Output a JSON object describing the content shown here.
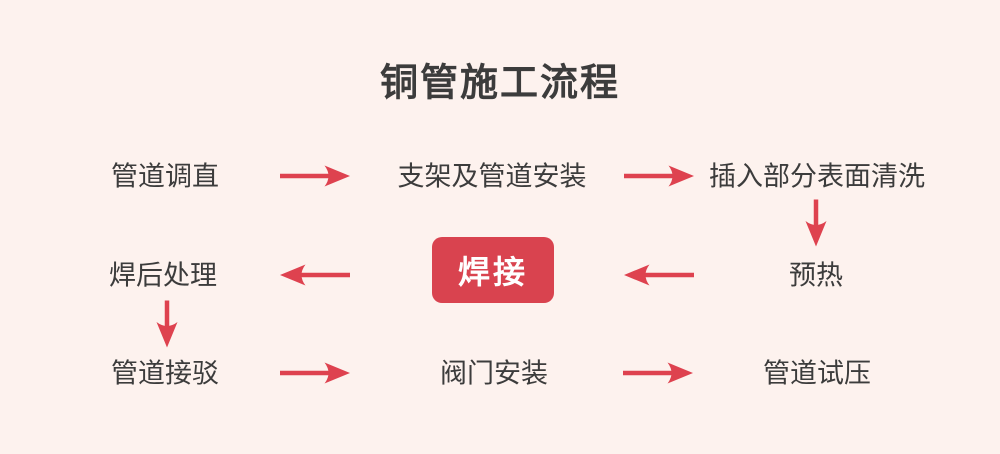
{
  "title": "铜管施工流程",
  "steps": [
    {
      "label": "管道调直"
    },
    {
      "label": "支架及管道安装"
    },
    {
      "label": "插入部分表面清洗"
    },
    {
      "label": "预热"
    },
    {
      "label": "焊接",
      "highlight": true
    },
    {
      "label": "焊后处理"
    },
    {
      "label": "管道接驳"
    },
    {
      "label": "阀门安装"
    },
    {
      "label": "管道试压"
    }
  ],
  "connections": [
    {
      "from": "管道调直",
      "to": "支架及管道安装",
      "direction": "right"
    },
    {
      "from": "支架及管道安装",
      "to": "插入部分表面清洗",
      "direction": "right"
    },
    {
      "from": "插入部分表面清洗",
      "to": "预热",
      "direction": "down"
    },
    {
      "from": "预热",
      "to": "焊接",
      "direction": "left"
    },
    {
      "from": "焊接",
      "to": "焊后处理",
      "direction": "left"
    },
    {
      "from": "焊后处理",
      "to": "管道接驳",
      "direction": "down"
    },
    {
      "from": "管道接驳",
      "to": "阀门安装",
      "direction": "right"
    },
    {
      "from": "阀门安装",
      "to": "管道试压",
      "direction": "right"
    }
  ],
  "colors": {
    "background": "#fdf2ee",
    "arrow": "#de424f",
    "highlight_box": "#d9434f",
    "highlight_text": "#ffffff",
    "text": "#3c3c3c"
  }
}
